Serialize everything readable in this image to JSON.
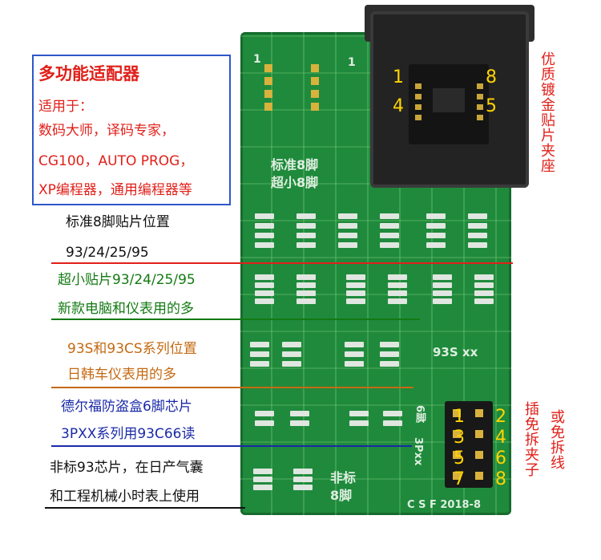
{
  "colors": {
    "red": "#e0201a",
    "green": "#137a13",
    "orange": "#c46a12",
    "blue": "#1a2aa8",
    "black": "#111111",
    "yellow": "#ffd400",
    "pcb": "#1f8a3c",
    "boxBorder": "#2f57c8"
  },
  "title_box": {
    "title": "多功能适配器",
    "subtitle": "适用于：",
    "line1": "数码大师，译码专家，",
    "line2": "CG100，AUTO PROG，",
    "line3": "XP编程器，通用编程器等"
  },
  "captions": {
    "std8_l1": "标准8脚贴片位置",
    "std8_l2": "93/24/25/95",
    "mini_l1": "超小贴片93/24/25/95",
    "mini_l2": "新款电脑和仪表用的多",
    "s93_l1": "93S和93CS系列位置",
    "s93_l2": "日韩车仪表用的多",
    "delphi_l1": "德尔福防盗盒6脚芯片",
    "delphi_l2": "3PXX系列用93C66读",
    "nonstd_l1": "非标93芯片，在日产气囊",
    "nonstd_l2": "和工程机械小时表上使用"
  },
  "right_labels": {
    "socket": "优质镀金贴片夹座",
    "clip_a": "插免拆夹子",
    "clip_b": "或免拆线"
  },
  "socket_pins": {
    "p1": "1",
    "p4": "4",
    "p8": "8",
    "p5": "5"
  },
  "header_pins": {
    "p1": "1",
    "p2": "2",
    "p3": "3",
    "p4": "4",
    "p5": "5",
    "p6": "6",
    "p7": "7",
    "p8": "8"
  },
  "silkscreen": {
    "std8": "标准8脚",
    "mini8": "超小8脚",
    "s93": "93S xx",
    "six_pin": "6脚",
    "three_p": "3Pxx",
    "nonstd_a": "非标",
    "nonstd_b": "8脚",
    "footer": "C S F  2018-8",
    "one": "1"
  }
}
